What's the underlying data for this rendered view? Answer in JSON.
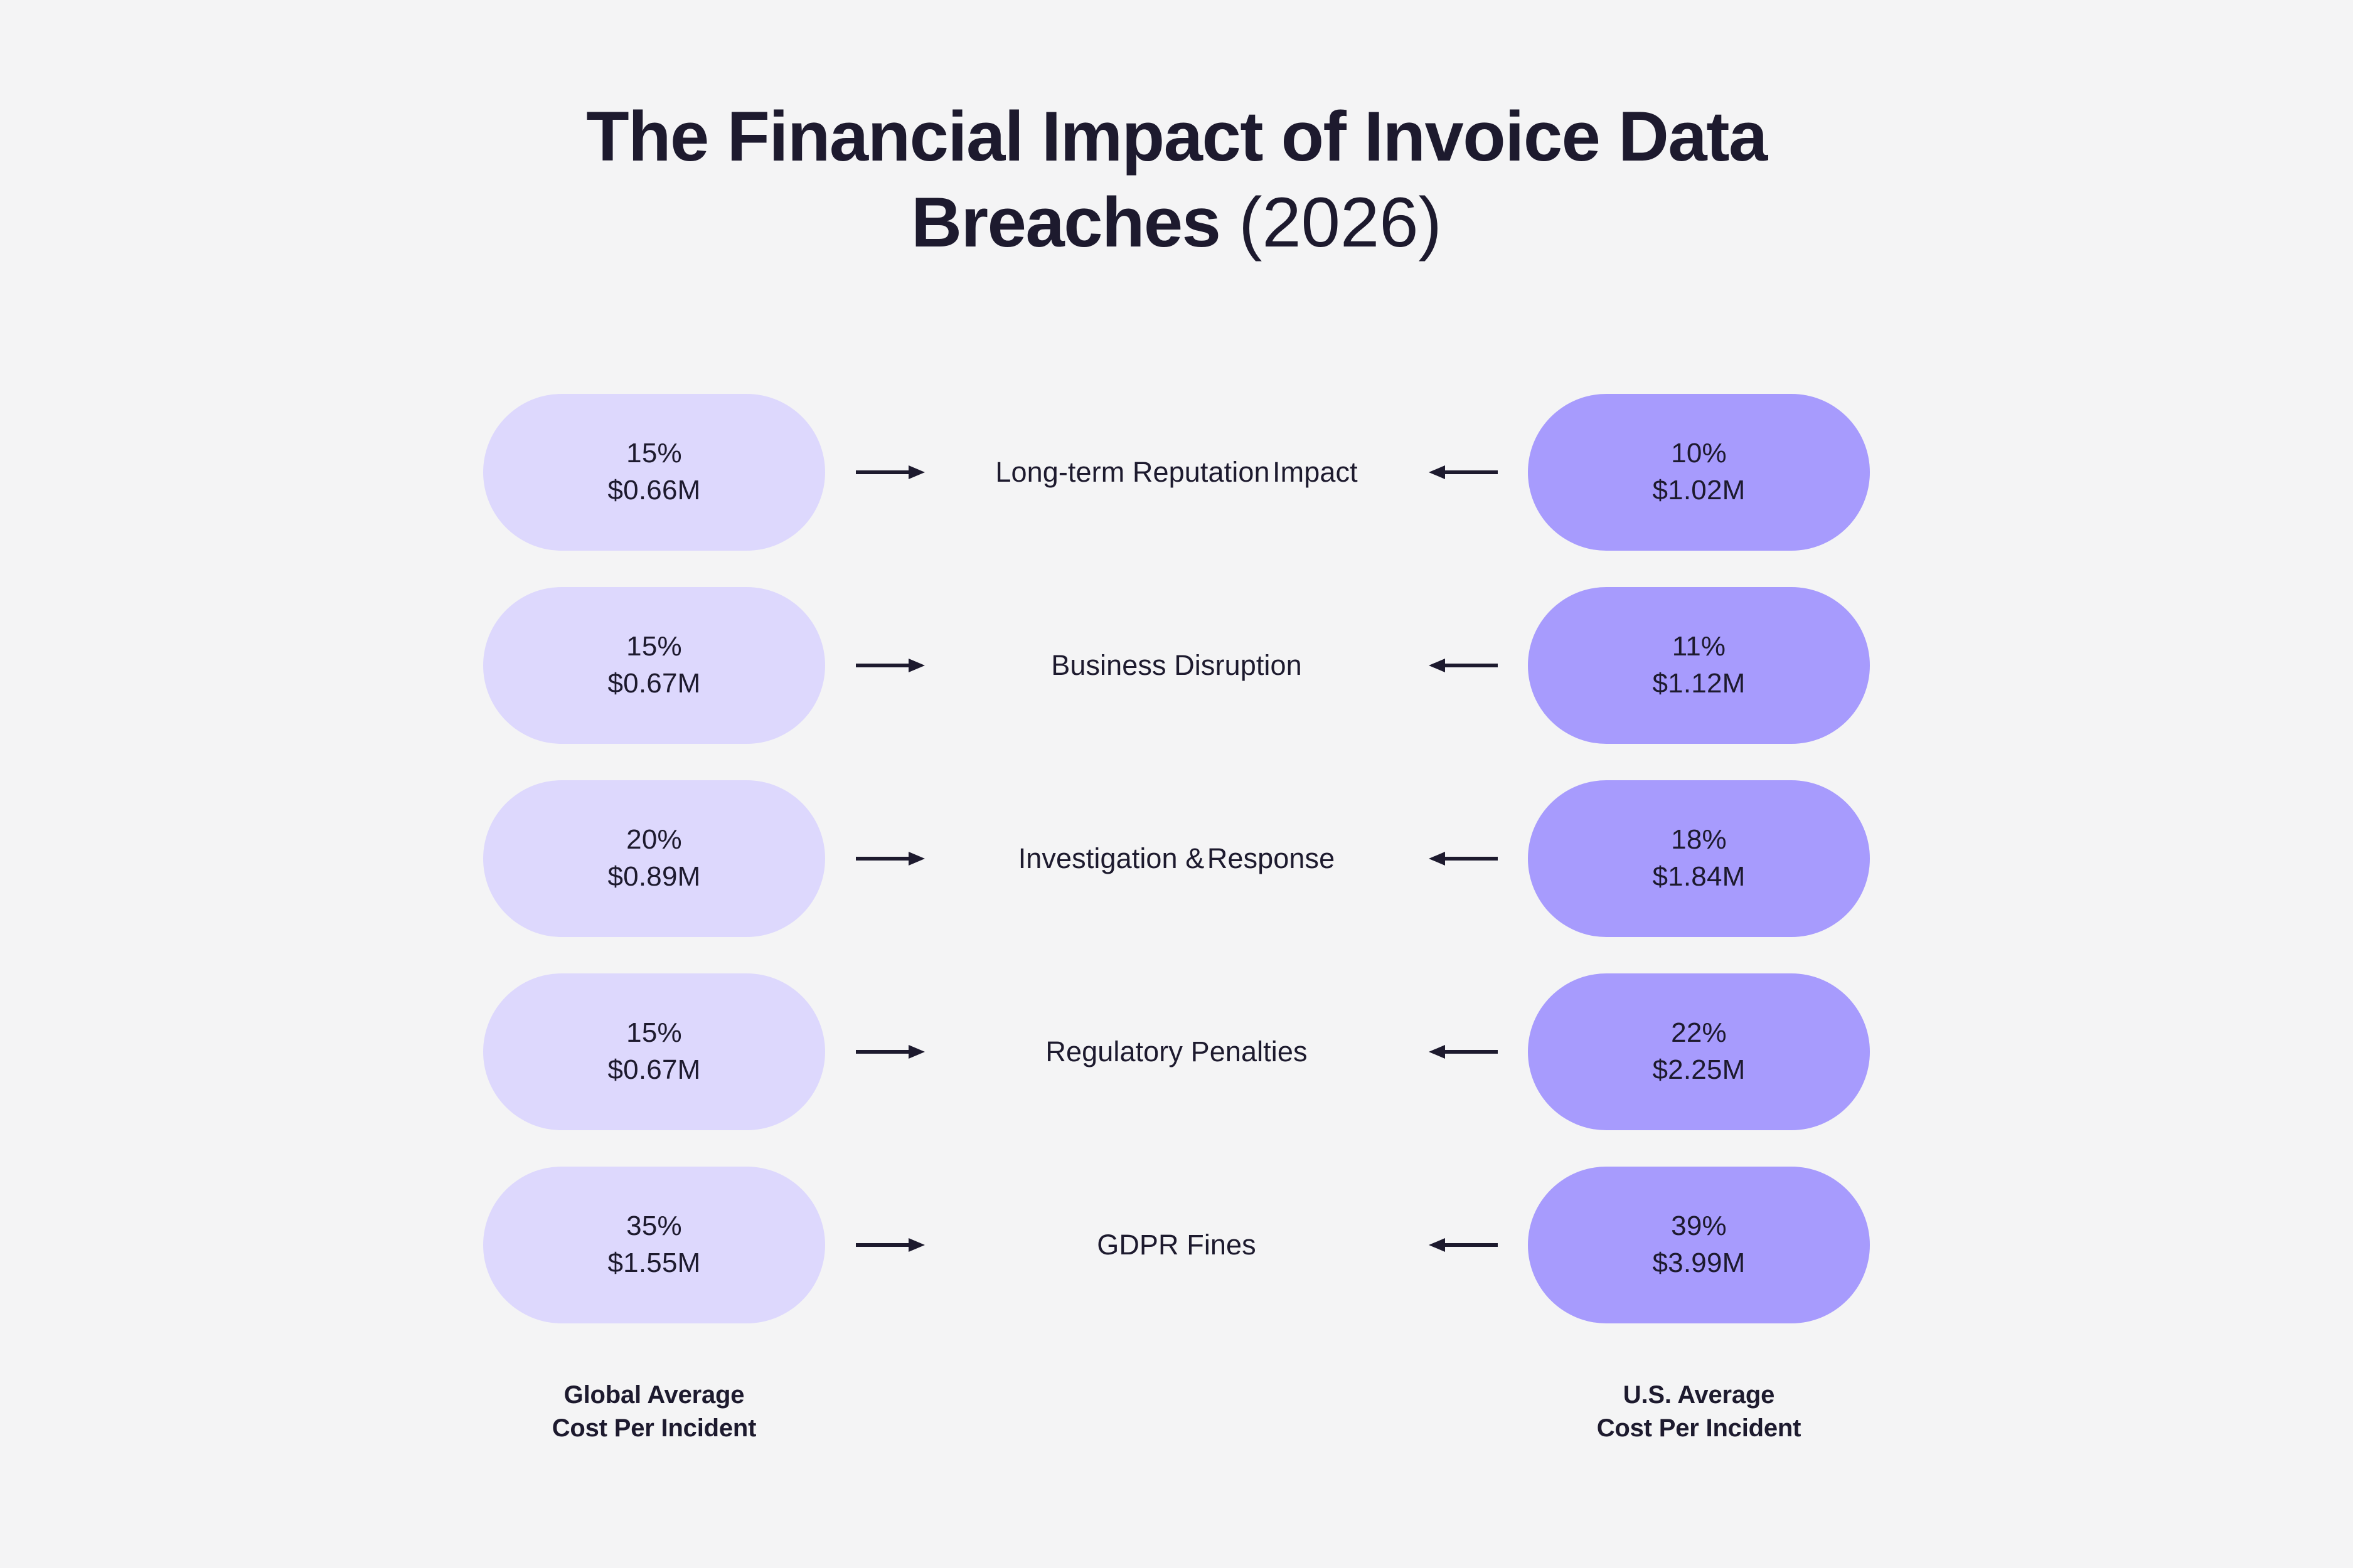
{
  "background_color": "#f4f4f5",
  "text_color": "#1d1a2e",
  "title": {
    "line1": "The Financial Impact of Invoice Data",
    "line2_main": "Breaches ",
    "line2_year": "(2026)"
  },
  "legend": {
    "left": {
      "line1": "Global Average",
      "line2": "Cost Per Incident",
      "color": "#ddd8fd"
    },
    "right": {
      "line1": "U.S. Average",
      "line2": "Cost Per Incident",
      "color": "#a79bfd"
    }
  },
  "chart_data": {
    "type": "table",
    "title": "The Financial Impact of Invoice Data Breaches (2026)",
    "series": [
      {
        "name": "Global Average Cost Per Incident",
        "color": "#ddd8fd"
      },
      {
        "name": "U.S. Average Cost Per Incident",
        "color": "#a79bfd"
      }
    ],
    "categories": [
      "Long-term Reputation Impact",
      "Business Disruption",
      "Investigation & Response",
      "Regulatory Penalties",
      "GDPR Fines"
    ],
    "global_percent": [
      "15%",
      "15%",
      "20%",
      "15%",
      "35%"
    ],
    "global_cost": [
      "$0.66M",
      "$0.67M",
      "$0.89M",
      "$0.67M",
      "$1.55M"
    ],
    "us_percent": [
      "10%",
      "11%",
      "18%",
      "22%",
      "39%"
    ],
    "us_cost": [
      "$1.02M",
      "$1.12M",
      "$1.84M",
      "$2.25M",
      "$3.99M"
    ],
    "global_percent_values": [
      15,
      15,
      20,
      15,
      35
    ],
    "global_cost_values": [
      0.66,
      0.67,
      0.89,
      0.67,
      1.55
    ],
    "us_percent_values": [
      10,
      11,
      18,
      22,
      39
    ],
    "us_cost_values": [
      1.02,
      1.12,
      1.84,
      2.25,
      3.99
    ]
  },
  "rows": [
    {
      "label": "Long-term Reputation Impact",
      "label_line1": "Long-term Reputation",
      "label_line2": "Impact",
      "left_pct": "15%",
      "left_amt": "$0.66M",
      "right_pct": "10%",
      "right_amt": "$1.02M"
    },
    {
      "label": "Business Disruption",
      "label_line1": "Business Disruption",
      "label_line2": "",
      "left_pct": "15%",
      "left_amt": "$0.67M",
      "right_pct": "11%",
      "right_amt": "$1.12M"
    },
    {
      "label": "Investigation & Response",
      "label_line1": "Investigation &",
      "label_line2": "Response",
      "left_pct": "20%",
      "left_amt": "$0.89M",
      "right_pct": "18%",
      "right_amt": "$1.84M"
    },
    {
      "label": "Regulatory Penalties",
      "label_line1": "Regulatory Penalties",
      "label_line2": "",
      "left_pct": "15%",
      "left_amt": "$0.67M",
      "right_pct": "22%",
      "right_amt": "$2.25M"
    },
    {
      "label": "GDPR Fines",
      "label_line1": "GDPR Fines",
      "label_line2": "",
      "left_pct": "35%",
      "left_amt": "$1.55M",
      "right_pct": "39%",
      "right_amt": "$3.99M"
    }
  ]
}
